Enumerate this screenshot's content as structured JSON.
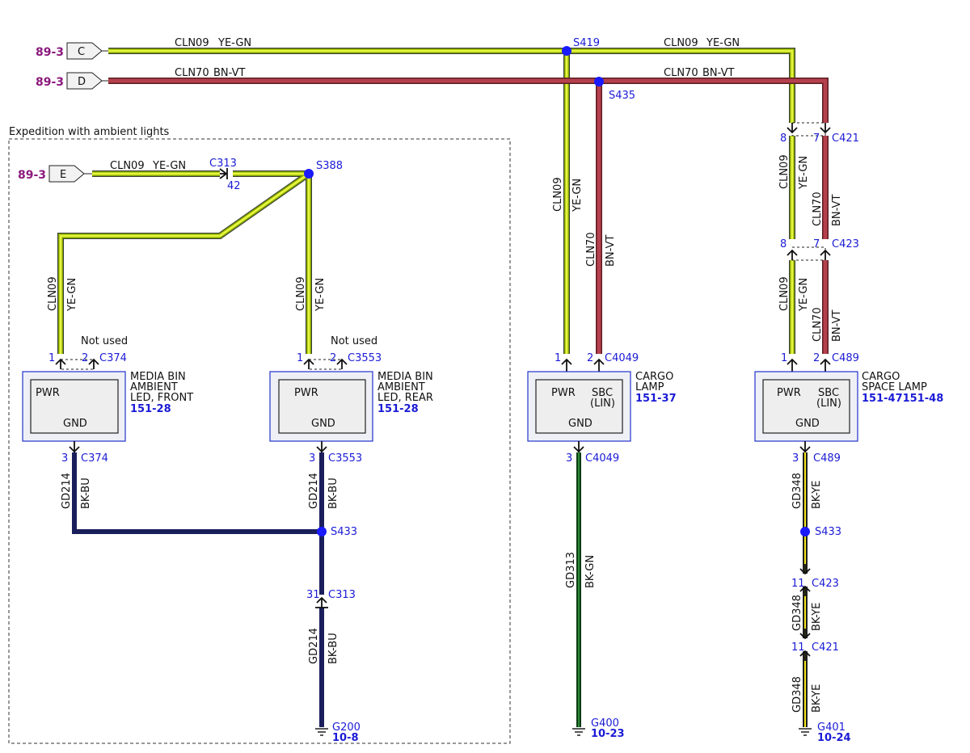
{
  "colors": {
    "ye_gn_outer": "#3a3a3a",
    "ye_gn_mid": "#7ea300",
    "ye_gn_inner": "#e7f53c",
    "bn_vt_outer": "#5a1e22",
    "bn_vt_inner": "#b5404d",
    "bk_bu": "#1a1f5c",
    "bk_gn": "#0b3d12",
    "bk_ye": "#1e1e1e",
    "splice": "#1a1aff",
    "ref_blue": "#1b1bd6",
    "page_purple": "#8b1a7e"
  },
  "region_label": "Expedition with ambient lights",
  "offpage": {
    "c": {
      "page": "89-3",
      "letter": "C"
    },
    "d": {
      "page": "89-3",
      "letter": "D"
    },
    "e": {
      "page": "89-3",
      "letter": "E"
    }
  },
  "wires": {
    "cln09": "CLN09",
    "ye_gn": "YE-GN",
    "cln70": "CLN70",
    "bn_vt": "BN-VT",
    "gd214": "GD214",
    "bk_bu": "BK-BU",
    "gd313": "GD313",
    "bk_gn": "BK-GN",
    "gd348": "GD348",
    "bk_ye": "BK-YE"
  },
  "splices": {
    "s419": "S419",
    "s435": "S435",
    "s388": "S388",
    "s433_left": "S433",
    "s433_right": "S433"
  },
  "connectors": {
    "c313": "C313",
    "c313_pin_top": "42",
    "c313_pin_bottom": "31",
    "c374": "C374",
    "c3553": "C3553",
    "c4049": "C4049",
    "c489": "C489",
    "c421": "C421",
    "c423": "C423",
    "pin1": "1",
    "pin2": "2",
    "pin3": "3",
    "pin7": "7",
    "pin8": "8",
    "pin11": "11",
    "not_used": "Not used"
  },
  "components": {
    "front": {
      "line1": "MEDIA BIN",
      "line2": "AMBIENT",
      "line3": "LED, FRONT",
      "ref": "151-28",
      "pwr": "PWR",
      "gnd": "GND"
    },
    "rear": {
      "line1": "MEDIA BIN",
      "line2": "AMBIENT",
      "line3": "LED, REAR",
      "ref": "151-28",
      "pwr": "PWR",
      "gnd": "GND"
    },
    "cargo": {
      "line1": "CARGO",
      "line2": "LAMP",
      "ref": "151-37",
      "pwr": "PWR",
      "sbc1": "SBC",
      "sbc2": "(LIN)",
      "gnd": "GND"
    },
    "space": {
      "line1": "CARGO",
      "line2": "SPACE LAMP",
      "ref": "151-47151-48",
      "pwr": "PWR",
      "sbc1": "SBC",
      "sbc2": "(LIN)",
      "gnd": "GND"
    }
  },
  "grounds": {
    "g200": {
      "name": "G200",
      "ref": "10-8"
    },
    "g400": {
      "name": "G400",
      "ref": "10-23"
    },
    "g401": {
      "name": "G401",
      "ref": "10-24"
    }
  }
}
